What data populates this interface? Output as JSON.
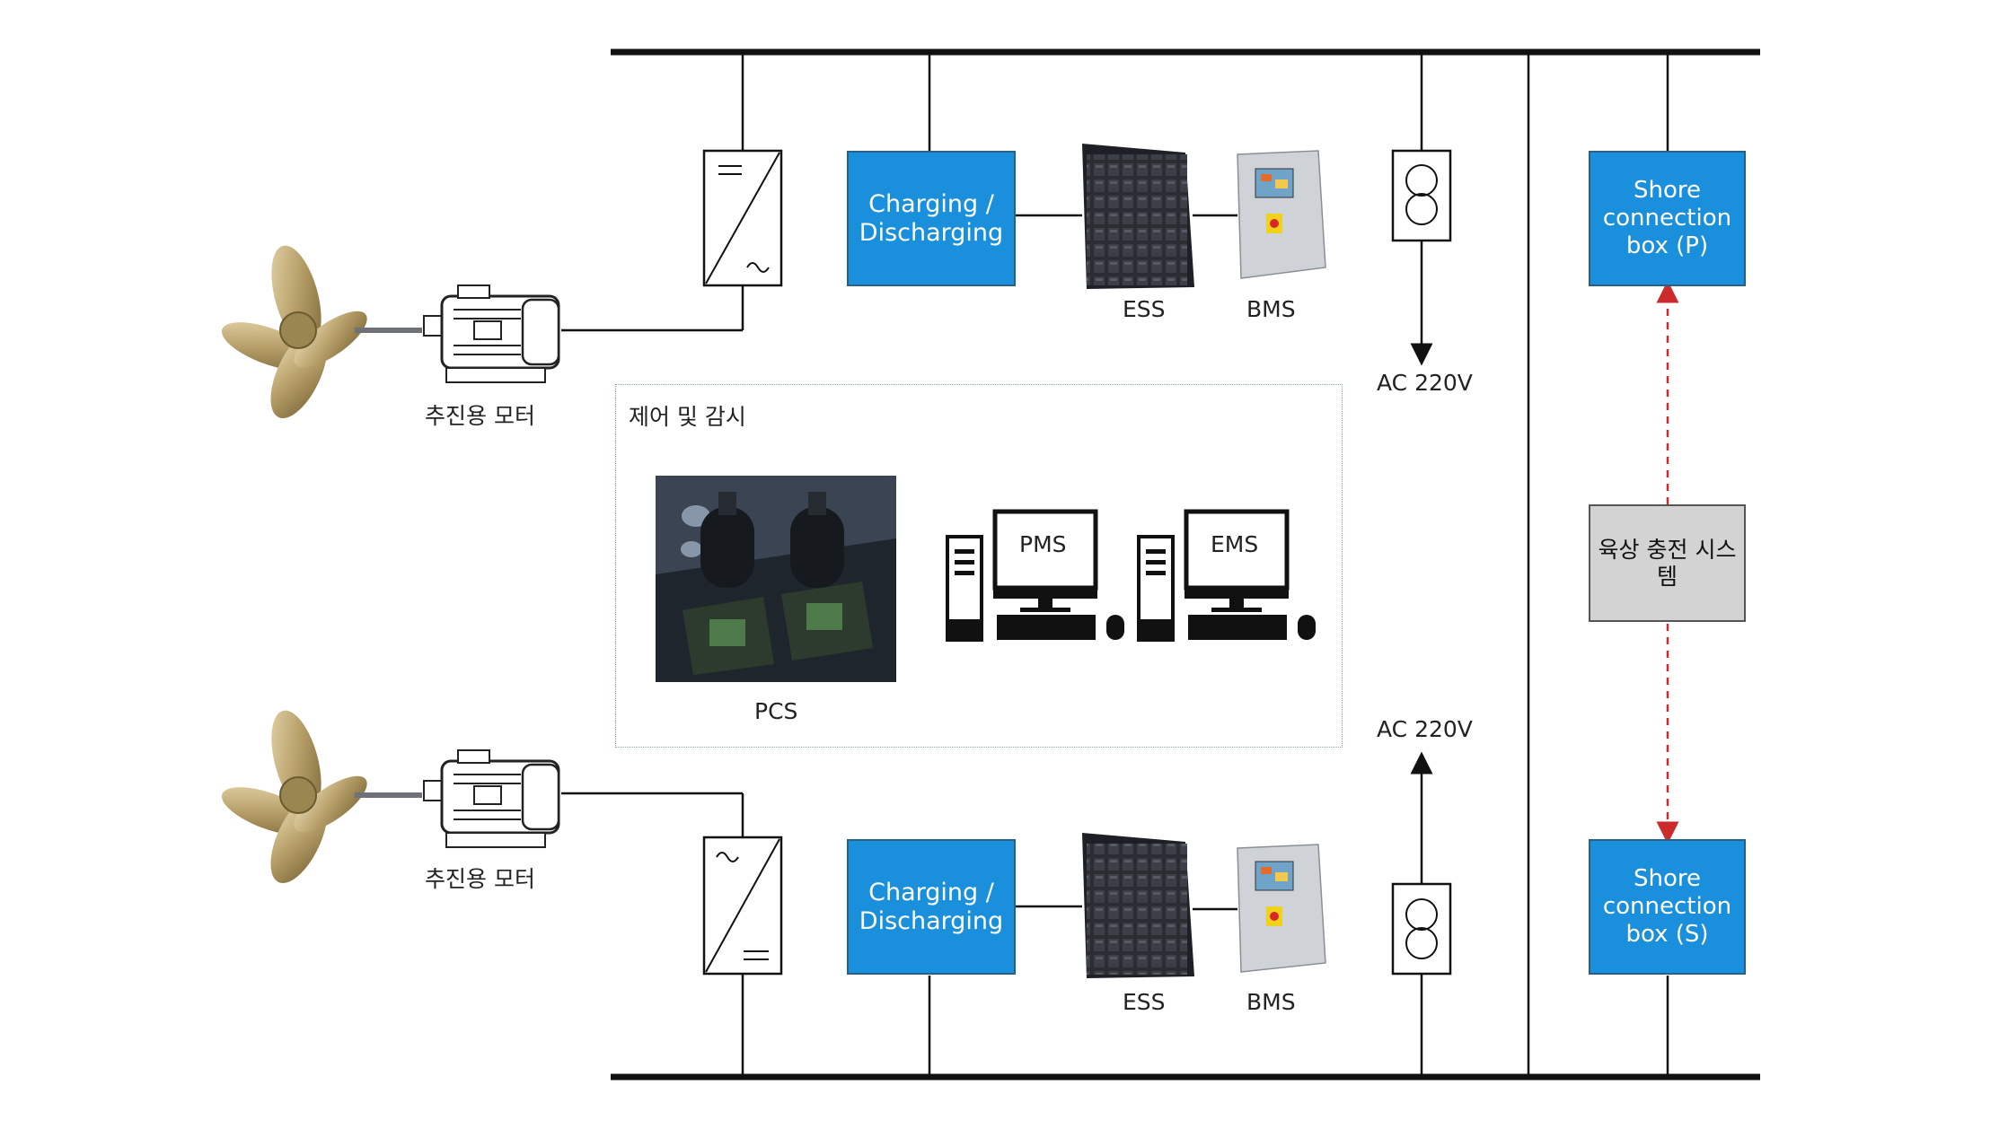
{
  "blocks": {
    "charging_top": "Charging / Discharging",
    "charging_bottom": "Charging / Discharging",
    "shore_p": "Shore connection box (P)",
    "shore_s": "Shore connection box (S)",
    "land_charging": "육상 충전 시스템"
  },
  "labels": {
    "ess_top": "ESS",
    "bms_top": "BMS",
    "ess_bottom": "ESS",
    "bms_bottom": "BMS",
    "ac_top": "AC 220V",
    "ac_bottom": "AC 220V",
    "motor_top": "추진용 모터",
    "motor_bottom": "추진용 모터",
    "control_panel": "제어 및 감시",
    "pcs": "PCS",
    "pms": "PMS",
    "ems": "EMS"
  },
  "colors": {
    "block_blue": "#1a8fdb",
    "block_grey": "#d3d3d3",
    "bus_line": "#111111",
    "dashed_link": "#cc2b2b",
    "propeller": "#b8a06a"
  }
}
